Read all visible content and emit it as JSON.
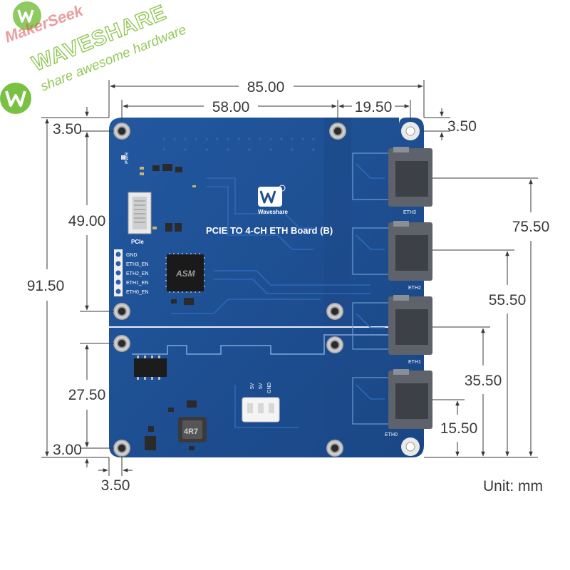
{
  "watermark": {
    "brand": "WAVESHARE",
    "tagline": "share awesome hardware",
    "reseller": "MakerSeek",
    "colors": {
      "green": "#7ac143",
      "text_green": "#8bc34a"
    }
  },
  "board": {
    "title": "PCIE TO 4-CH ETH Board (B)",
    "logo_text": "Waveshare",
    "chip_marking": "ASM",
    "inductor_marking": "4R7",
    "pcie_label": "PCIe",
    "pwr_label": "PWR",
    "pin_labels": [
      "GND",
      "ETH3_EN",
      "ETH2_EN",
      "ETH1_EN",
      "ETH0_EN"
    ],
    "power_header_labels": [
      "5V",
      "5V",
      "GND"
    ],
    "port_labels": [
      "ETH3",
      "ETH2",
      "ETH1",
      "ETH0"
    ],
    "colors": {
      "pcb": "#1f4f8f",
      "pcb_dark": "#173e74",
      "trace": "#2a66b3",
      "connector": "#5a5e66"
    }
  },
  "dimensions": {
    "total_width": "85.00",
    "hole_spacing_left": "58.00",
    "hole_spacing_right": "19.50",
    "top_right_offset": "3.50",
    "top_left_offset": "3.50",
    "total_height": "91.50",
    "upper_hole_spacing": "49.00",
    "lower_hole_spacing": "27.50",
    "bottom_offset": "3.00",
    "bottom_left_offset": "3.50",
    "eth3_height": "75.50",
    "eth2_height": "55.50",
    "eth1_height": "35.50",
    "eth0_height": "15.50"
  },
  "unit_label": "Unit: mm"
}
